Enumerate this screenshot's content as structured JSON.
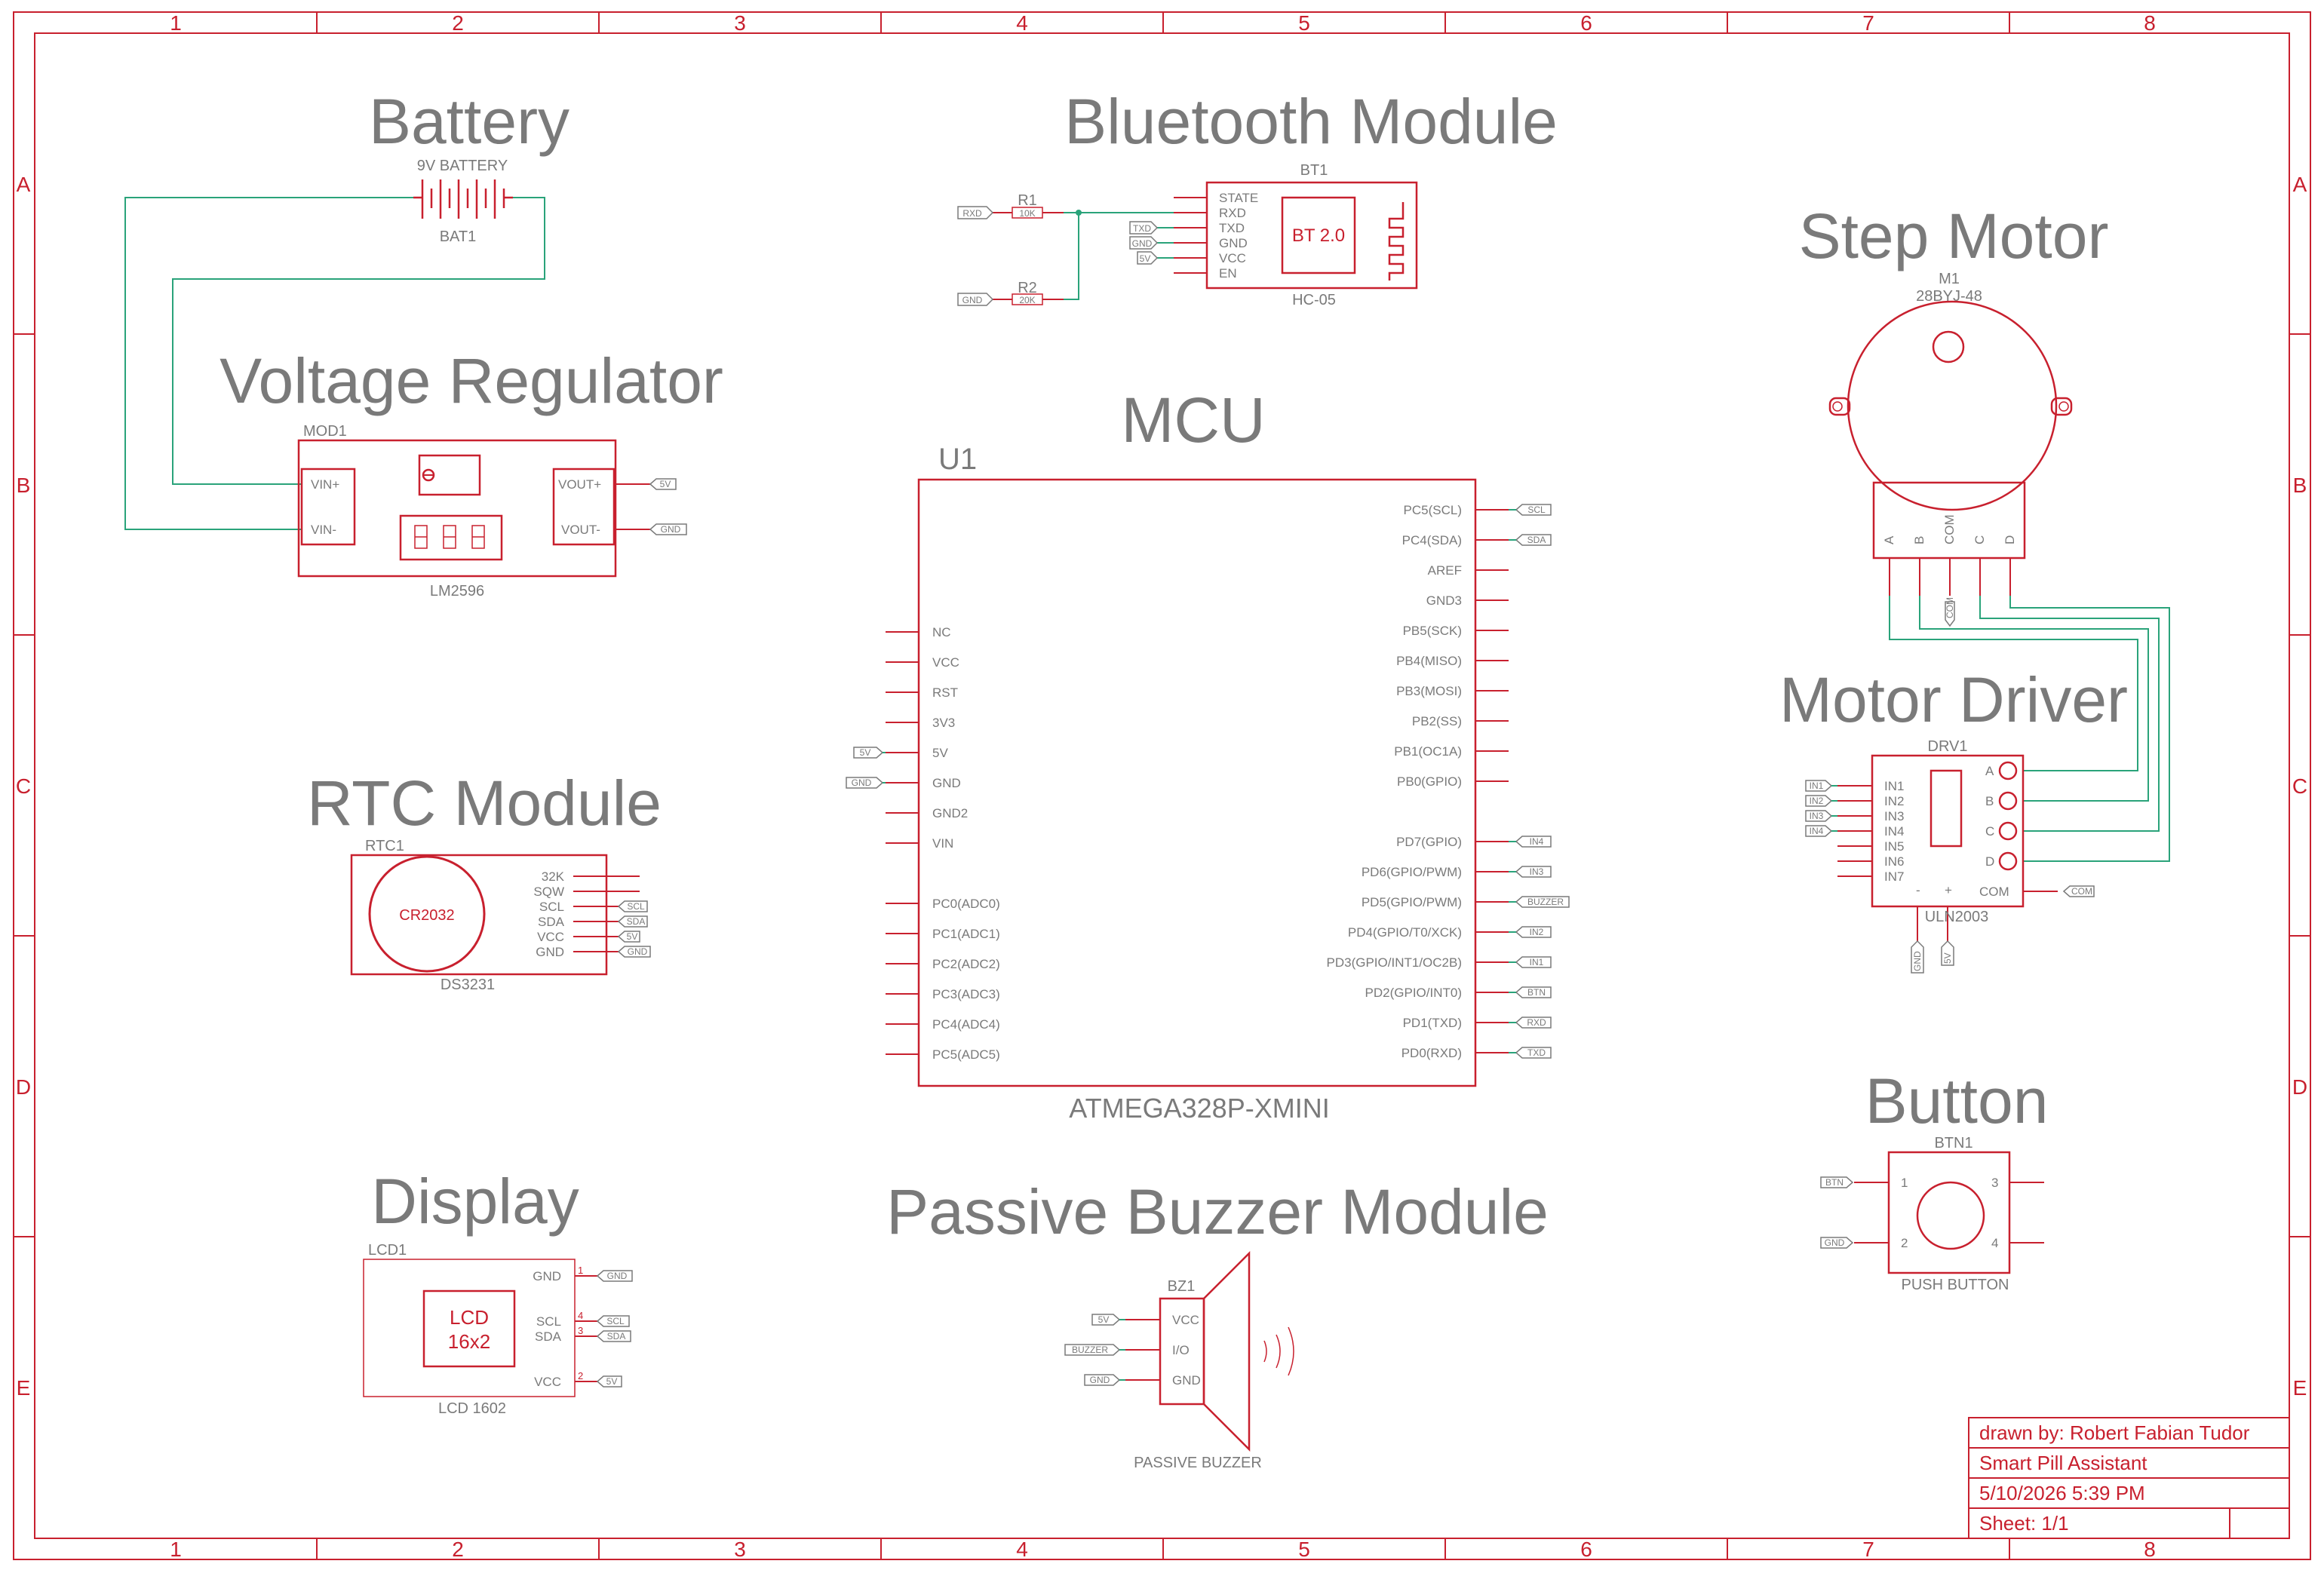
{
  "zones": {
    "columns": [
      "1",
      "2",
      "3",
      "4",
      "5",
      "6",
      "7",
      "8"
    ],
    "rows": [
      "A",
      "B",
      "C",
      "D",
      "E"
    ]
  },
  "sections": {
    "battery": "Battery",
    "bluetooth": "Bluetooth Module",
    "step_motor": "Step Motor",
    "voltage_regulator": "Voltage Regulator",
    "mcu": "MCU",
    "motor_driver": "Motor Driver",
    "rtc": "RTC Module",
    "button": "Button",
    "display": "Display",
    "buzzer": "Passive Buzzer Module"
  },
  "parts": {
    "battery": {
      "ref": "BAT1",
      "value": "9V BATTERY"
    },
    "bluetooth": {
      "ref": "BT1",
      "value": "HC-05",
      "inner": "BT 2.0",
      "pins": [
        "STATE",
        "RXD",
        "TXD",
        "GND",
        "VCC",
        "EN"
      ],
      "r1": {
        "ref": "R1",
        "value": "10K"
      },
      "r2": {
        "ref": "R2",
        "value": "20K"
      },
      "nets": {
        "rxd": "RXD",
        "gnd": "GND",
        "txd": "TXD",
        "gnd2": "GND",
        "v5": "5V"
      }
    },
    "motor": {
      "ref": "M1",
      "value": "28BYJ-48",
      "pins": [
        "A",
        "B",
        "COM",
        "C",
        "D"
      ],
      "net_com": "COM"
    },
    "regulator": {
      "ref": "MOD1",
      "value": "LM2596",
      "pins": {
        "vin_p": "VIN+",
        "vin_n": "VIN-",
        "vout_p": "VOUT+",
        "vout_n": "VOUT-"
      },
      "nets": {
        "v5": "5V",
        "gnd": "GND"
      }
    },
    "mcu": {
      "ref": "U1",
      "value": "ATMEGA328P-XMINI",
      "left_pins": [
        "NC",
        "VCC",
        "RST",
        "3V3",
        "5V",
        "GND",
        "GND2",
        "VIN",
        "PC0(ADC0)",
        "PC1(ADC1)",
        "PC2(ADC2)",
        "PC3(ADC3)",
        "PC4(ADC4)",
        "PC5(ADC5)"
      ],
      "right_pins": [
        "PC5(SCL)",
        "PC4(SDA)",
        "AREF",
        "GND3",
        "PB5(SCK)",
        "PB4(MISO)",
        "PB3(MOSI)",
        "PB2(SS)",
        "PB1(OC1A)",
        "PB0(GPIO)",
        "PD7(GPIO)",
        "PD6(GPIO/PWM)",
        "PD5(GPIO/PWM)",
        "PD4(GPIO/T0/XCK)",
        "PD3(GPIO/INT1/OC2B)",
        "PD2(GPIO/INT0)",
        "PD1(TXD)",
        "PD0(RXD)"
      ],
      "left_nets": {
        "v5": "5V",
        "gnd": "GND"
      },
      "right_nets": [
        "SCL",
        "SDA",
        "IN4",
        "IN3",
        "BUZZER",
        "IN2",
        "IN1",
        "BTN",
        "RXD",
        "TXD"
      ]
    },
    "driver": {
      "ref": "DRV1",
      "value": "ULN2003",
      "in_pins": [
        "IN1",
        "IN2",
        "IN3",
        "IN4",
        "IN5",
        "IN6",
        "IN7"
      ],
      "out_pins": [
        "A",
        "B",
        "C",
        "D"
      ],
      "com": "COM",
      "minus": "-",
      "plus": "+",
      "in_nets": [
        "IN1",
        "IN2",
        "IN3",
        "IN4"
      ],
      "net_com": "COM",
      "net_gnd": "GND",
      "net_5v": "5V"
    },
    "rtc": {
      "ref": "RTC1",
      "value": "DS3231",
      "cell": "CR2032",
      "pins": [
        "32K",
        "SQW",
        "SCL",
        "SDA",
        "VCC",
        "GND"
      ],
      "nets": [
        "SCL",
        "SDA",
        "5V",
        "GND"
      ]
    },
    "button": {
      "ref": "BTN1",
      "value": "PUSH BUTTON",
      "pins": [
        "1",
        "2",
        "3",
        "4"
      ],
      "nets": {
        "btn": "BTN",
        "gnd": "GND"
      }
    },
    "lcd": {
      "ref": "LCD1",
      "value": "LCD 1602",
      "inner_1": "LCD",
      "inner_2": "16x2",
      "pins": [
        "GND",
        "SCL",
        "SDA",
        "VCC"
      ],
      "pin_numbers": [
        "1",
        "4",
        "3",
        "2"
      ],
      "nets": [
        "GND",
        "SCL",
        "SDA",
        "5V"
      ]
    },
    "buzzer": {
      "ref": "BZ1",
      "value": "PASSIVE BUZZER",
      "pins": [
        "VCC",
        "I/O",
        "GND"
      ],
      "nets": [
        "5V",
        "BUZZER",
        "GND"
      ]
    }
  },
  "title_block": {
    "drawn_by": "drawn by: Robert Fabian Tudor",
    "project": "Smart Pill Assistant",
    "date": "5/10/2026 5:39 PM",
    "sheet": "Sheet: 1/1"
  }
}
